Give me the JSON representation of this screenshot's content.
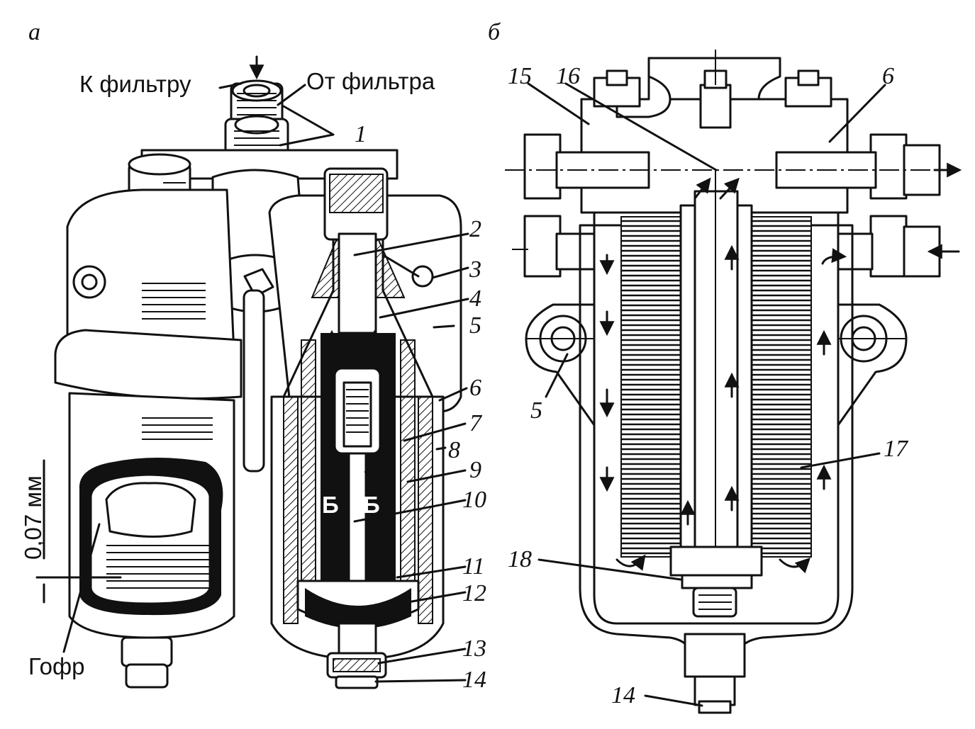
{
  "panels": {
    "a": {
      "label": "а"
    },
    "b": {
      "label": "б"
    }
  },
  "text": {
    "to_filter": "К фильтру",
    "from_filter": "От фильтра",
    "gofr": "Гофр",
    "thickness": "0,07 мм",
    "flow_b1": "Б",
    "flow_b2": "Б"
  },
  "callouts_a": [
    "1",
    "2",
    "3",
    "4",
    "5",
    "6",
    "7",
    "8",
    "9",
    "10",
    "11",
    "12",
    "13",
    "14"
  ],
  "callouts_b": [
    "15",
    "16",
    "6",
    "5",
    "17",
    "18",
    "14"
  ]
}
